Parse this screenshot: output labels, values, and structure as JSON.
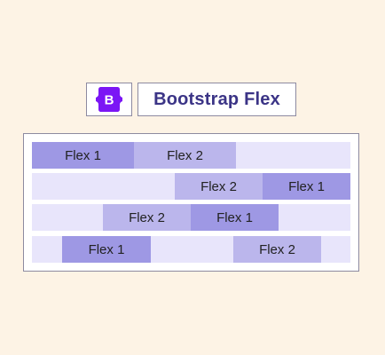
{
  "header": {
    "logo_letter": "B",
    "title": "Bootstrap Flex"
  },
  "colors": {
    "background": "#fdf3e5",
    "brand": "#7b16f5",
    "title_text": "#3b3486",
    "row_background": "#e8e5fb",
    "item_dark": "#9e98e4",
    "item_light": "#bbb6ec"
  },
  "rows": [
    {
      "items": [
        {
          "label": "Flex 1"
        },
        {
          "label": "Flex 2"
        }
      ]
    },
    {
      "items": [
        {
          "label": "Flex 2"
        },
        {
          "label": "Flex 1"
        }
      ]
    },
    {
      "items": [
        {
          "label": "Flex 2"
        },
        {
          "label": "Flex 1"
        }
      ]
    },
    {
      "items": [
        {
          "label": "Flex 1"
        },
        {
          "label": "Flex 2"
        }
      ]
    }
  ]
}
